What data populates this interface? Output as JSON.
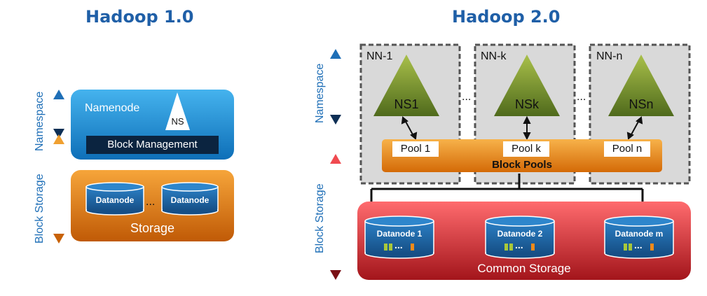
{
  "hadoop1": {
    "title": "Hadoop 1.0",
    "namespace_label": "Namespace",
    "block_storage_label": "Block Storage",
    "namenode_label": "Namenode",
    "ns_label": "NS",
    "block_management_label": "Block Management",
    "datanodes": [
      "Datanode",
      "Datanode"
    ],
    "ellipsis": "...",
    "storage_label": "Storage"
  },
  "hadoop2": {
    "title": "Hadoop 2.0",
    "namespace_label": "Namespace",
    "block_storage_label": "Block Storage",
    "namenodes": [
      {
        "label": "NN-1",
        "ns": "NS1",
        "pool": "Pool 1"
      },
      {
        "label": "NN-k",
        "ns": "NSk",
        "pool": "Pool k"
      },
      {
        "label": "NN-n",
        "ns": "NSn",
        "pool": "Pool n"
      }
    ],
    "ellipsis": "...",
    "block_pools_label": "Block Pools",
    "datanodes": [
      "Datanode 1",
      "Datanode 2",
      "Datanode m"
    ],
    "common_storage_label": "Common Storage"
  },
  "colors": {
    "title_blue": "#1f5fa7",
    "namenode_blue": "#1a8fd8",
    "storage_orange": "#e2800f",
    "triangle_green": "#6d8a2c",
    "common_storage_red": "#c0282d",
    "datanode_cylinder": "#1f6aa8"
  }
}
